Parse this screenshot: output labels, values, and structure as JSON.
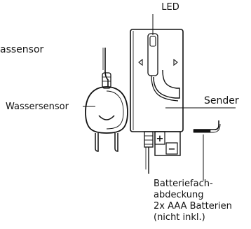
{
  "labels": {
    "led": "LED",
    "top_left_fragment": "assensor",
    "water_sensor": "Wassersensor",
    "transmitter": "Sender",
    "battery_cover_line1": "Batteriefach-",
    "battery_cover_line2": "abdeckung",
    "battery_cover_line3": "2x AAA Batterien",
    "battery_cover_line4": "(nicht inkl.)",
    "plus_sign": "+",
    "minus_sign": "−"
  },
  "colors": {
    "stroke": "#111111",
    "text": "#111111",
    "background": "#ffffff"
  }
}
